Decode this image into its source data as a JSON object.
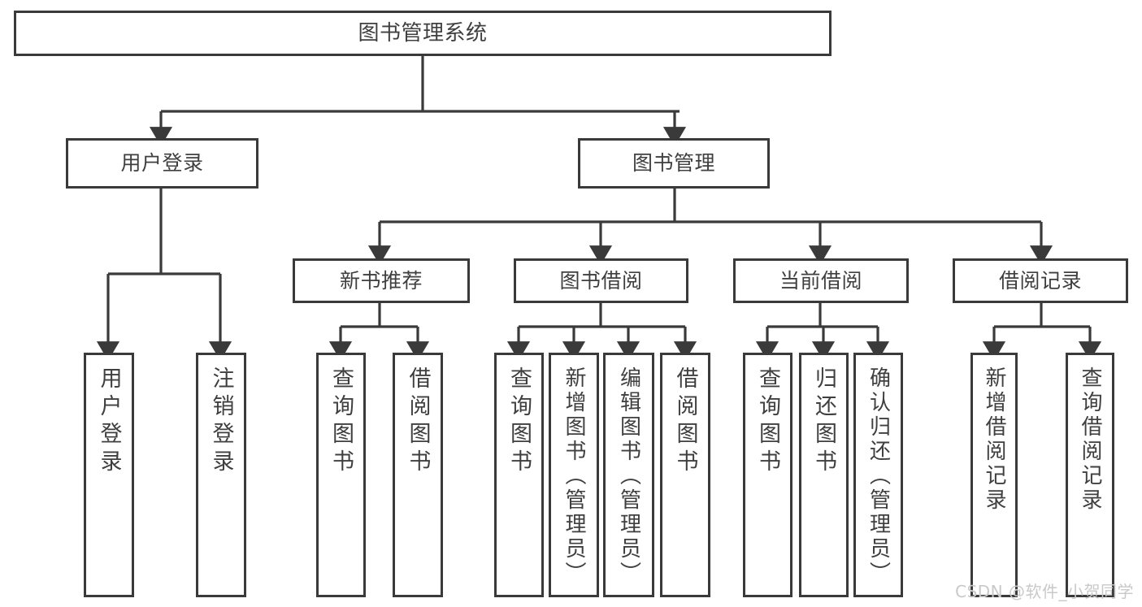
{
  "diagram": {
    "type": "tree",
    "title": "图书管理系统",
    "root": {
      "id": "root",
      "label": "图书管理系统"
    },
    "level1": [
      {
        "id": "user-login",
        "label": "用户登录"
      },
      {
        "id": "book-manage",
        "label": "图书管理"
      }
    ],
    "level2": [
      {
        "id": "new-book-rec",
        "label": "新书推荐",
        "parent": "book-manage"
      },
      {
        "id": "book-borrow",
        "label": "图书借阅",
        "parent": "book-manage"
      },
      {
        "id": "current-borrow",
        "label": "当前借阅",
        "parent": "book-manage"
      },
      {
        "id": "borrow-record",
        "label": "借阅记录",
        "parent": "book-manage"
      }
    ],
    "leaves": [
      {
        "id": "leaf-user-login",
        "label": "用户登录",
        "parent": "user-login"
      },
      {
        "id": "leaf-user-logout",
        "label": "注销登录",
        "parent": "user-login"
      },
      {
        "id": "leaf-query-book-1",
        "label": "查询图书",
        "parent": "new-book-rec"
      },
      {
        "id": "leaf-borrow-book-1",
        "label": "借阅图书",
        "parent": "new-book-rec"
      },
      {
        "id": "leaf-query-book-2",
        "label": "查询图书",
        "parent": "book-borrow"
      },
      {
        "id": "leaf-add-book",
        "label": "新增图书（管理员）",
        "parent": "book-borrow"
      },
      {
        "id": "leaf-edit-book",
        "label": "编辑图书（管理员）",
        "parent": "book-borrow"
      },
      {
        "id": "leaf-borrow-book-2",
        "label": "借阅图书",
        "parent": "book-borrow"
      },
      {
        "id": "leaf-query-book-3",
        "label": "查询图书",
        "parent": "current-borrow"
      },
      {
        "id": "leaf-return-book",
        "label": "归还图书",
        "parent": "current-borrow"
      },
      {
        "id": "leaf-confirm-return",
        "label": "确认归还（管理员）",
        "parent": "current-borrow"
      },
      {
        "id": "leaf-add-record",
        "label": "新增借阅记录",
        "parent": "borrow-record"
      },
      {
        "id": "leaf-query-record",
        "label": "查询借阅记录",
        "parent": "borrow-record"
      }
    ],
    "colors": {
      "stroke": "#3a3a3a",
      "text": "#3f3f3f",
      "background": "#ffffff",
      "watermark": "#c9c9c9"
    },
    "watermark": "CSDN @软件_小贺同学"
  }
}
